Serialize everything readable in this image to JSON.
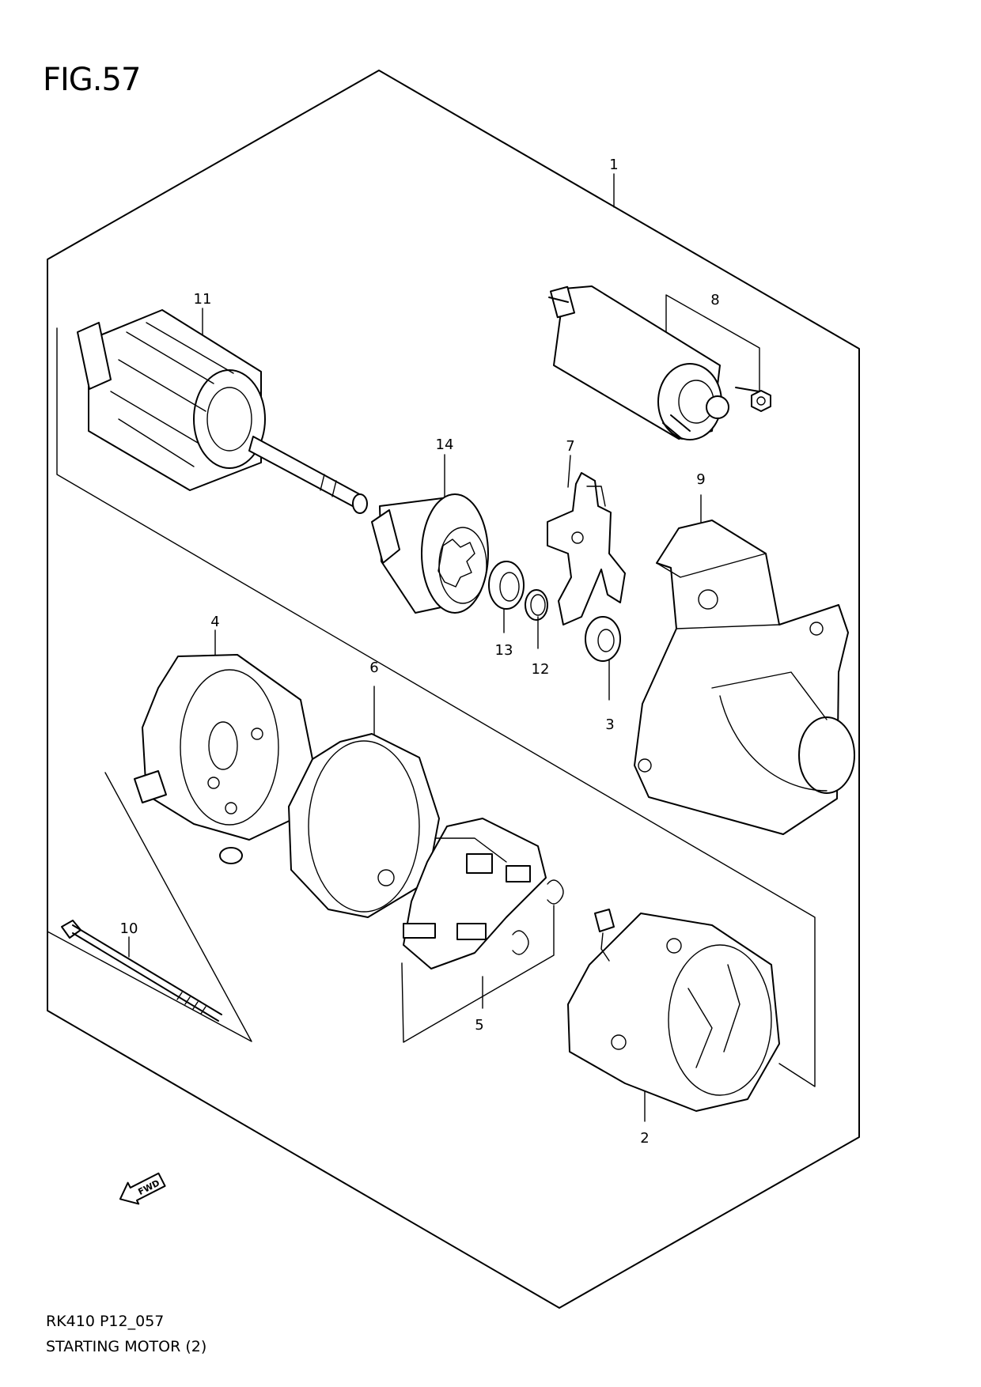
{
  "figure": {
    "title": "FIG.57",
    "code": "RK410 P12_057",
    "caption": "STARTING MOTOR (2)"
  },
  "callouts": [
    "1",
    "2",
    "3",
    "4",
    "5",
    "6",
    "7",
    "8",
    "9",
    "10",
    "11",
    "12",
    "13",
    "14"
  ],
  "fwd_arrow": {
    "label": "FWD",
    "icon": "fwd-arrow-icon"
  }
}
